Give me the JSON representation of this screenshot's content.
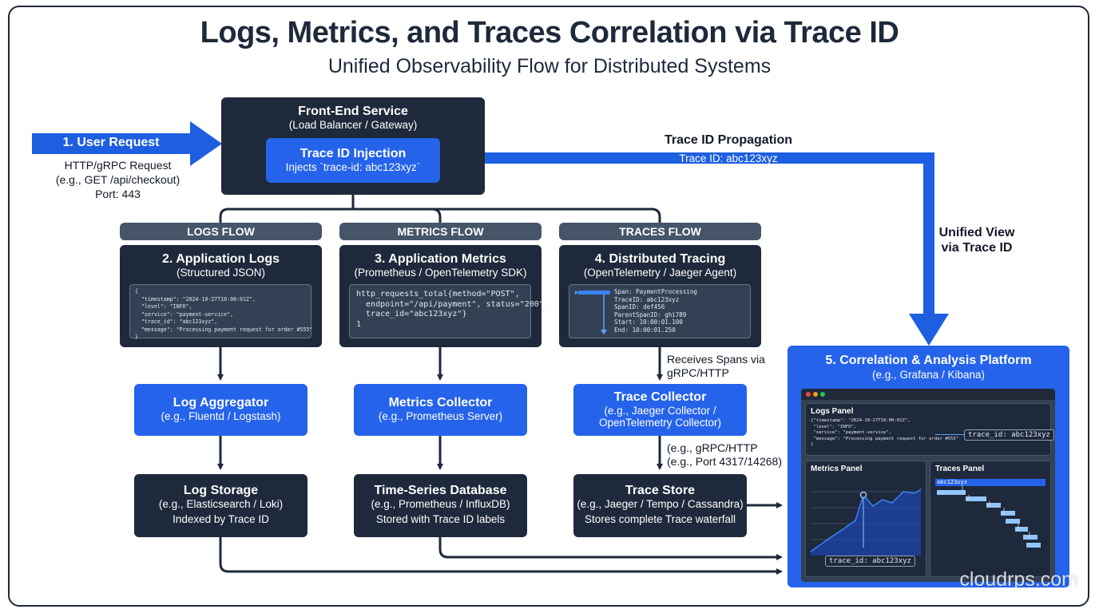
{
  "title": "Logs, Metrics, and Traces Correlation via Trace ID",
  "subtitle": "Unified Observability Flow for Distributed Systems",
  "user_request": {
    "label": "1. User Request",
    "lines": [
      "HTTP/gRPC Request",
      "(e.g., GET /api/checkout)",
      "Port: 443"
    ]
  },
  "frontend": {
    "title": "Front-End Service",
    "subtitle": "(Load Balancer / Gateway)",
    "injection_title": "Trace ID Injection",
    "injection_sub": "Injects `trace-id: abc123xyz`"
  },
  "propagation": {
    "title": "Trace ID Propagation",
    "value": "Trace ID: abc123xyz",
    "unified_line1": "Unified View",
    "unified_line2": "via Trace ID"
  },
  "flows": {
    "logs": "LOGS FLOW",
    "metrics": "METRICS FLOW",
    "traces": "TRACES FLOW"
  },
  "app_logs": {
    "title": "2. Application Logs",
    "subtitle": "(Structured JSON)",
    "code": "{\n  \"timestamp\": \"2024-10-27T10:00:01Z\",\n  \"level\": \"INFO\",\n  \"service\": \"payment-service\",\n  \"trace_id\": \"abc123xyz\",\n  \"message\": \"Processing payment request for order #555\"\n}"
  },
  "app_metrics": {
    "title": "3. Application Metrics",
    "subtitle": "(Prometheus / OpenTelemetry SDK)",
    "code": "http_requests_total{method=\"POST\",\n  endpoint=\"/api/payment\", status=\"200\",\n  trace_id=\"abc123xyz\"}\n1"
  },
  "tracing": {
    "title": "4. Distributed Tracing",
    "subtitle": "(OpenTelemetry / Jaeger Agent)",
    "code": "Span: PaymentProcessing\nTraceID: abc123xyz\nSpanID: def456\nParentSpanID: ghi789\nStart: 10:00:01.100\nEnd: 10:00:01.250",
    "receives_line1": "Receives Spans via",
    "receives_line2": "gRPC/HTTP"
  },
  "log_aggregator": {
    "title": "Log Aggregator",
    "subtitle": "(e.g., Fluentd / Logstash)"
  },
  "metrics_collector": {
    "title": "Metrics Collector",
    "subtitle": "(e.g., Prometheus Server)"
  },
  "trace_collector": {
    "title": "Trace Collector",
    "subtitle_line1": "(e.g., Jaeger Collector /",
    "subtitle_line2": "OpenTelemetry Collector)"
  },
  "collector_note": {
    "line1": "(e.g., gRPC/HTTP",
    "line2": "(e.g., Port 4317/14268)"
  },
  "log_storage": {
    "title": "Log Storage",
    "subtitle": "(e.g., Elasticsearch / Loki)",
    "note": "Indexed by Trace ID"
  },
  "tsdb": {
    "title": "Time-Series Database",
    "subtitle": "(e.g., Prometheus / InfluxDB)",
    "note": "Stored with Trace ID labels"
  },
  "trace_store": {
    "title": "Trace Store",
    "subtitle": "(e.g., Jaeger / Tempo / Cassandra)",
    "note": "Stores complete Trace waterfall"
  },
  "platform": {
    "title": "5. Correlation & Analysis Platform",
    "subtitle": "(e.g., Grafana / Kibana)",
    "logs_panel_title": "Logs Panel",
    "logs_panel_code": "{\"timestamp\": \"2024-10-27T10:00:01Z\",\n \"level\": \"INFO\",\n \"service\": \"payment-service\",\n \"message\": \"Processing payment request for order #555\"\n}",
    "logs_tag": "trace_id: abc123xyz",
    "metrics_panel_title": "Metrics Panel",
    "metrics_tag": "trace_id: abc123xyz",
    "traces_panel_title": "Traces Panel",
    "traces_tag": "abc123xyz"
  },
  "watermark": "cloudrps.com",
  "colors": {
    "dark": "#1e293b",
    "blue": "#2563eb",
    "grey": "#475569",
    "arrow_blue": "#1d5fe0"
  }
}
